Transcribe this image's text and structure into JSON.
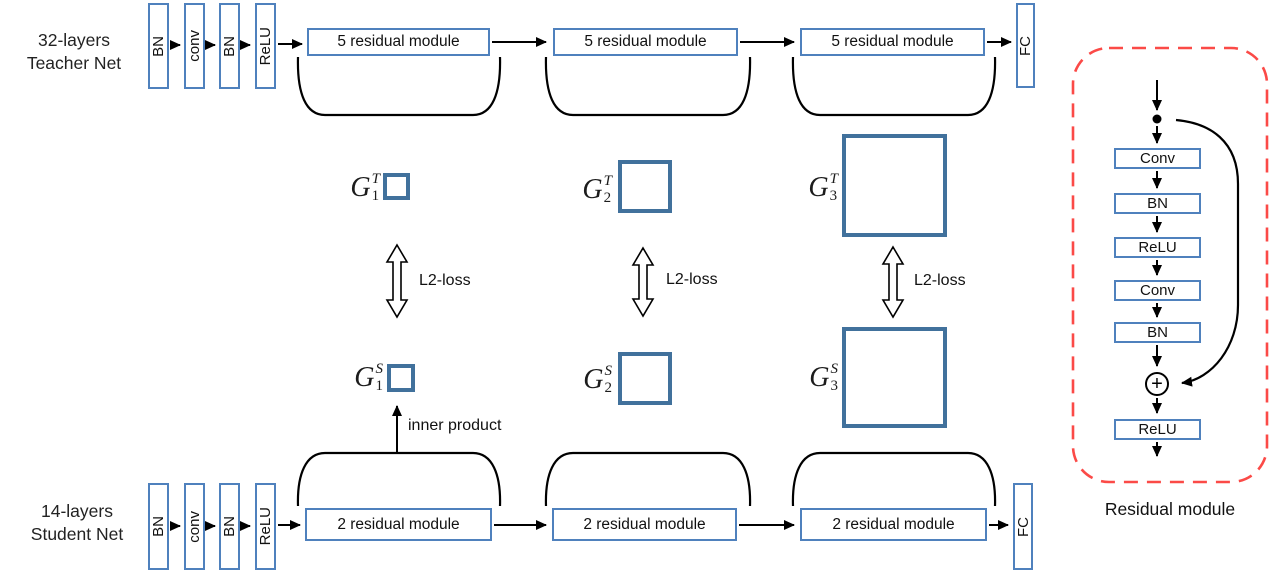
{
  "teacher": {
    "label_line1": "32-layers",
    "label_line2": "Teacher Net",
    "pre_blocks": [
      "BN",
      "conv",
      "BN",
      "ReLU"
    ],
    "module_boxes": [
      "5 residual module",
      "5 residual module",
      "5 residual module"
    ],
    "fc_label": "FC"
  },
  "student": {
    "label_line1": "14-layers",
    "label_line2": "Student Net",
    "pre_blocks": [
      "BN",
      "conv",
      "BN",
      "ReLU"
    ],
    "module_boxes": [
      "2 residual module",
      "2 residual module",
      "2 residual module"
    ],
    "fc_label": "FC"
  },
  "fsp_matrices": {
    "teacher": [
      {
        "base": "G",
        "sub": "1",
        "sup": "T"
      },
      {
        "base": "G",
        "sub": "2",
        "sup": "T"
      },
      {
        "base": "G",
        "sub": "3",
        "sup": "T"
      }
    ],
    "student": [
      {
        "base": "G",
        "sub": "1",
        "sup": "S"
      },
      {
        "base": "G",
        "sub": "2",
        "sup": "S"
      },
      {
        "base": "G",
        "sub": "3",
        "sup": "S"
      }
    ]
  },
  "loss_labels": [
    "L2-loss",
    "L2-loss",
    "L2-loss"
  ],
  "inner_product_label": "inner product",
  "residual_module_panel": {
    "flow_blocks": [
      "Conv",
      "BN",
      "ReLU",
      "Conv",
      "BN"
    ],
    "sum_symbol": "+",
    "output_block": "ReLU",
    "caption": "Residual module"
  },
  "colors": {
    "box_border_blue": "#4f81bd",
    "matrix_border_blue": "#41719c",
    "dashed_red": "#fb4a47",
    "line_black": "#000000"
  }
}
